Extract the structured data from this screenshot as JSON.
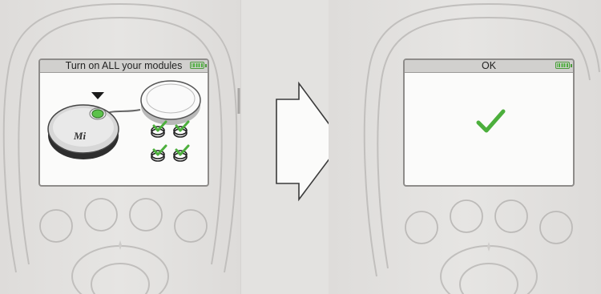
{
  "colors": {
    "accent_green": "#4caf3c",
    "device_outline": "#bdbbb9",
    "screen_border": "#8e8c8a"
  },
  "before_screen": {
    "title": "Turn on ALL your modules",
    "module_logo_text": "Mi",
    "icons": [
      "battery-icon",
      "pointer-triangle-icon",
      "module-pod-icon",
      "module-check-icon"
    ],
    "module_checks_count_label": "4"
  },
  "transition": {
    "icon": "right-arrow-icon"
  },
  "after_screen": {
    "title": "OK",
    "icons": [
      "battery-icon",
      "checkmark-icon"
    ]
  }
}
